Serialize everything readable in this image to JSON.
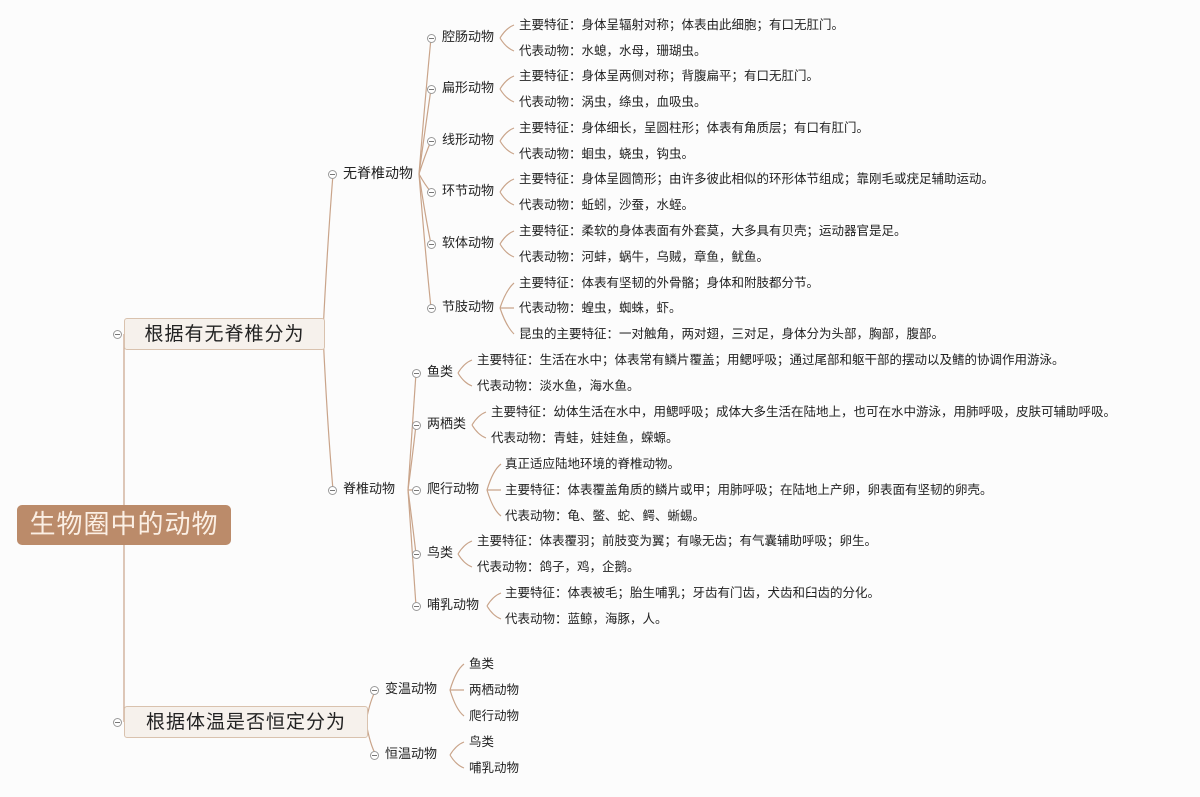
{
  "mindmap": {
    "root": "生物圈中的动物",
    "branches": [
      {
        "label": "根据有无脊椎分为",
        "groups": [
          {
            "label": "无脊椎动物",
            "children": [
              {
                "label": "腔肠动物",
                "details": [
                  "主要特征：身体呈辐射对称；体表由此细胞；有口无肛门。",
                  "代表动物：水螅，水母，珊瑚虫。"
                ]
              },
              {
                "label": "扁形动物",
                "details": [
                  "主要特征：身体呈两侧对称；背腹扁平；有口无肛门。",
                  "代表动物：涡虫，绦虫，血吸虫。"
                ]
              },
              {
                "label": "线形动物",
                "details": [
                  "主要特征：身体细长，呈圆柱形；体表有角质层；有口有肛门。",
                  "代表动物：蛔虫，蛲虫，钩虫。"
                ]
              },
              {
                "label": "环节动物",
                "details": [
                  "主要特征：身体呈圆筒形；由许多彼此相似的环形体节组成；靠刚毛或疣足辅助运动。",
                  "代表动物：蚯蚓，沙蚕，水蛭。"
                ]
              },
              {
                "label": "软体动物",
                "details": [
                  "主要特征：柔软的身体表面有外套莫，大多具有贝壳；运动器官是足。",
                  "代表动物：河蚌，蜗牛，乌贼，章鱼，鱿鱼。"
                ]
              },
              {
                "label": "节肢动物",
                "details": [
                  "主要特征：体表有坚韧的外骨骼；身体和附肢都分节。",
                  "代表动物：蝗虫，蜘蛛，虾。",
                  "昆虫的主要特征：一对触角，两对翅，三对足，身体分为头部，胸部，腹部。"
                ]
              }
            ]
          },
          {
            "label": "脊椎动物",
            "children": [
              {
                "label": "鱼类",
                "details": [
                  "主要特征：生活在水中；体表常有鳞片覆盖；用鳃呼吸；通过尾部和躯干部的摆动以及鳍的协调作用游泳。",
                  "代表动物：淡水鱼，海水鱼。"
                ]
              },
              {
                "label": "两栖类",
                "details": [
                  "主要特征：幼体生活在水中，用鳃呼吸；成体大多生活在陆地上，也可在水中游泳，用肺呼吸，皮肤可辅助呼吸。",
                  "代表动物：青蛙，娃娃鱼，蝾螈。"
                ]
              },
              {
                "label": "爬行动物",
                "details": [
                  "真正适应陆地环境的脊椎动物。",
                  "主要特征：体表覆盖角质的鳞片或甲；用肺呼吸；在陆地上产卵，卵表面有坚韧的卵壳。",
                  "代表动物：龟、鳖、蛇、鳄、蜥蜴。"
                ]
              },
              {
                "label": "鸟类",
                "details": [
                  "主要特征：体表覆羽；前肢变为翼；有喙无齿；有气囊辅助呼吸；卵生。",
                  "代表动物：鸽子，鸡，企鹅。"
                ]
              },
              {
                "label": "哺乳动物",
                "details": [
                  "主要特征：体表被毛；胎生哺乳；牙齿有门齿，犬齿和臼齿的分化。",
                  "代表动物：蓝鲸，海豚，人。"
                ]
              }
            ]
          }
        ]
      },
      {
        "label": "根据体温是否恒定分为",
        "groups": [
          {
            "label": "变温动物",
            "children": [
              {
                "label": "鱼类"
              },
              {
                "label": "两栖动物"
              },
              {
                "label": "爬行动物"
              }
            ]
          },
          {
            "label": "恒温动物",
            "children": [
              {
                "label": "鸟类"
              },
              {
                "label": "哺乳动物"
              }
            ]
          }
        ]
      }
    ]
  },
  "colors": {
    "root_fill": "#bb8b6a",
    "root_text": "#fbefe4",
    "main_fill": "#f6f1ec",
    "main_border": "#d9c2ae",
    "connector": "#c9a48a",
    "background": "#fcfcfc"
  }
}
